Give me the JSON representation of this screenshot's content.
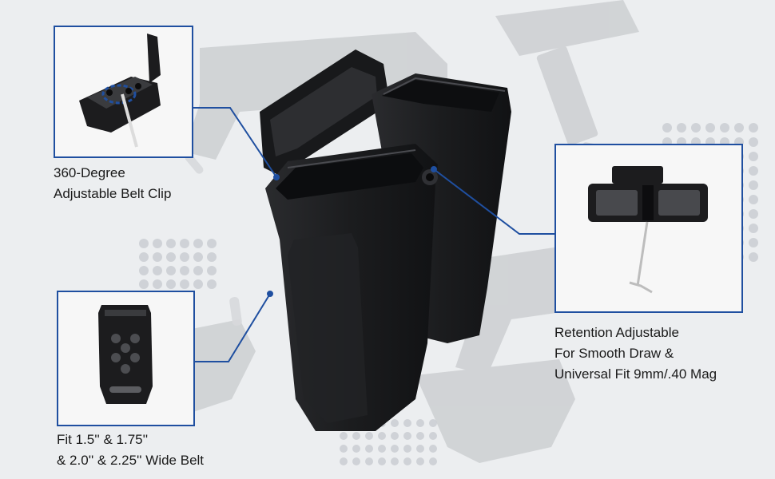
{
  "callouts": {
    "belt_clip": {
      "line1": "360-Degree",
      "line2": "Adjustable Belt Clip"
    },
    "retention": {
      "line1": "Retention Adjustable",
      "line2": "For Smooth Draw &",
      "line3": "Universal Fit 9mm/.40 Mag"
    },
    "belt_fit": {
      "line1": "Fit 1.5'' & 1.75''",
      "line2": "& 2.0'' & 2.25'' Wide Belt"
    }
  },
  "colors": {
    "frame": "#1f4fa0",
    "product": "#1c1c1e",
    "background": "#eceef0"
  }
}
